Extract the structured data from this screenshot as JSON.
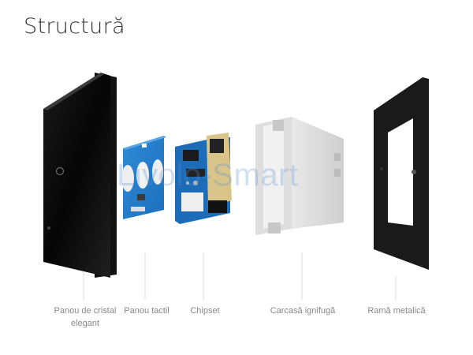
{
  "title": "Structură",
  "watermark": "Livolo-Smart",
  "components": [
    {
      "label": "Panou de cristal",
      "label2": "elegant"
    },
    {
      "label": "Panou tactil"
    },
    {
      "label": "Chipset"
    },
    {
      "label": "Carcasă ignifugă"
    },
    {
      "label": "Ramă metalică"
    }
  ]
}
